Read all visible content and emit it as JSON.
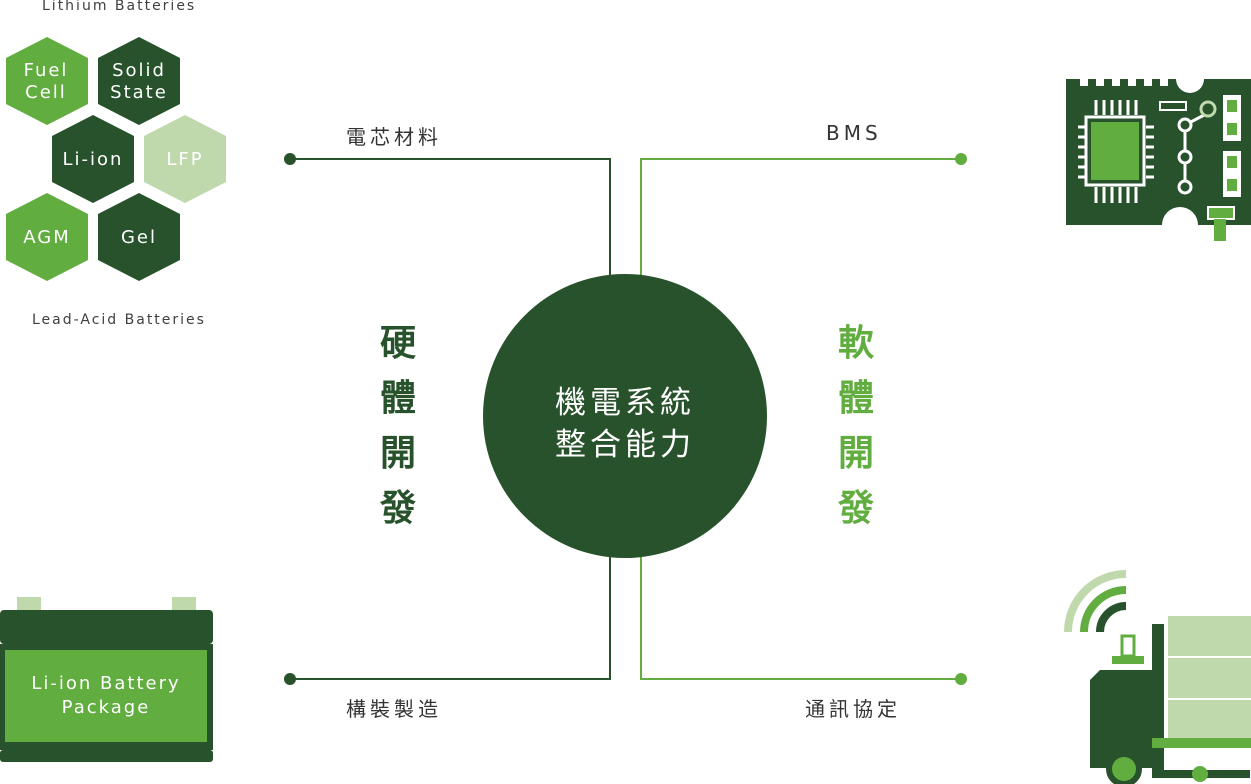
{
  "hex_cluster": {
    "top_caption": "Lithium Batteries",
    "bottom_caption": "Lead-Acid Batteries",
    "cells": [
      {
        "label": "Fuel\nCell",
        "color": "#62ad3f"
      },
      {
        "label": "Solid\nState",
        "color": "#27522b"
      },
      {
        "label": "Li-ion",
        "color": "#27522b"
      },
      {
        "label": "LFP",
        "color": "#bfd8ac"
      },
      {
        "label": "AGM",
        "color": "#62ad3f"
      },
      {
        "label": "Gel",
        "color": "#27522b"
      }
    ]
  },
  "center": {
    "title": "機電系統\n整合能力",
    "color": "#27522b"
  },
  "hardware": {
    "title": "硬\n體\n開\n發",
    "color": "#27522b"
  },
  "software": {
    "title": "軟\n體\n開\n發",
    "color": "#62ad3f"
  },
  "branches": {
    "top_left": "電芯材料",
    "top_right": "BMS",
    "bottom_left": "構裝製造",
    "bottom_right": "通訊協定"
  },
  "battery": {
    "label": "Li-ion Battery\nPackage"
  },
  "icons": {
    "top_right": "circuit-board-icon",
    "bottom_right": "wireless-forklift-icon"
  },
  "colors": {
    "dark_green": "#27522b",
    "green": "#62ad3f",
    "light_green": "#bfd8ac"
  }
}
